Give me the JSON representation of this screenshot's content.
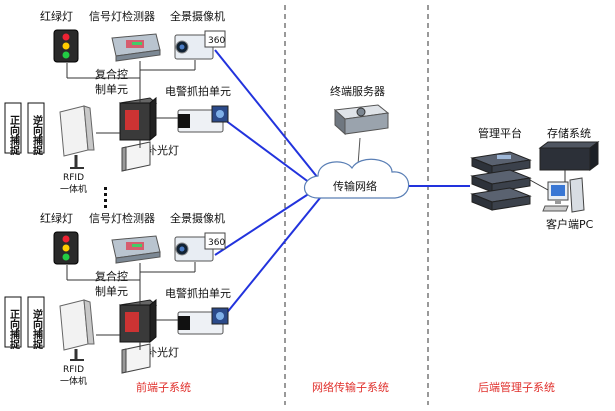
{
  "labels": {
    "traffic_light": "红绿灯",
    "signal_detector": "信号灯检测器",
    "panorama_camera": "全景摄像机",
    "composite_ctrl_l1": "复合控",
    "composite_ctrl_l2": "制单元",
    "police_capture": "电警抓拍单元",
    "fill_light": "补光灯",
    "forward_capture": "正向捕捉",
    "reverse_capture": "逆向捕捉",
    "rfid_l1": "RFID",
    "rfid_l2": "一体机",
    "terminal_server": "终端服务器",
    "transport_network": "传输网络",
    "mgmt_platform": "管理平台",
    "storage_system": "存储系统",
    "client_pc": "客户端PC",
    "camera_badge": "360"
  },
  "subsystems": {
    "front": "前端子系统",
    "network": "网络传输子系统",
    "back": "后端管理子系统"
  },
  "colors": {
    "link_blue": "#2233dd",
    "subsystem_red": "#e0302c",
    "divider": "#333333",
    "cloud_stroke": "#5a7fb5"
  }
}
